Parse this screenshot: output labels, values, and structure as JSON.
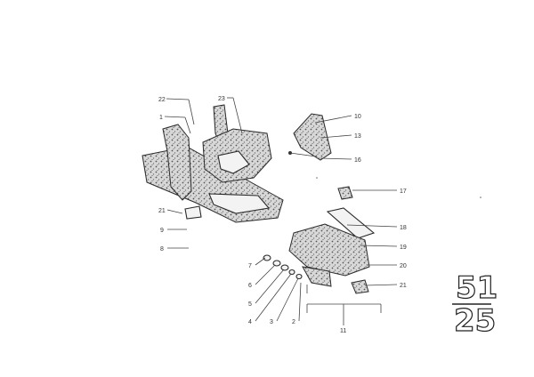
{
  "diagram": {
    "group_number": {
      "top": "51",
      "bottom": "25"
    },
    "callouts": [
      {
        "id": "c-22a",
        "label": "22"
      },
      {
        "id": "c-1",
        "label": "1"
      },
      {
        "id": "c-23",
        "label": "23"
      },
      {
        "id": "c-10",
        "label": "10"
      },
      {
        "id": "c-13",
        "label": "13"
      },
      {
        "id": "c-16",
        "label": "16"
      },
      {
        "id": "c-17",
        "label": "17"
      },
      {
        "id": "c-21a",
        "label": "21"
      },
      {
        "id": "c-9",
        "label": "9"
      },
      {
        "id": "c-8",
        "label": "8"
      },
      {
        "id": "c-18",
        "label": "18"
      },
      {
        "id": "c-19",
        "label": "19"
      },
      {
        "id": "c-20",
        "label": "20"
      },
      {
        "id": "c-21b",
        "label": "21"
      },
      {
        "id": "c-7",
        "label": "7"
      },
      {
        "id": "c-6",
        "label": "6"
      },
      {
        "id": "c-5",
        "label": "5"
      },
      {
        "id": "c-4",
        "label": "4"
      },
      {
        "id": "c-3",
        "label": "3"
      },
      {
        "id": "c-2",
        "label": "2"
      },
      {
        "id": "c-11",
        "label": "11"
      }
    ]
  }
}
